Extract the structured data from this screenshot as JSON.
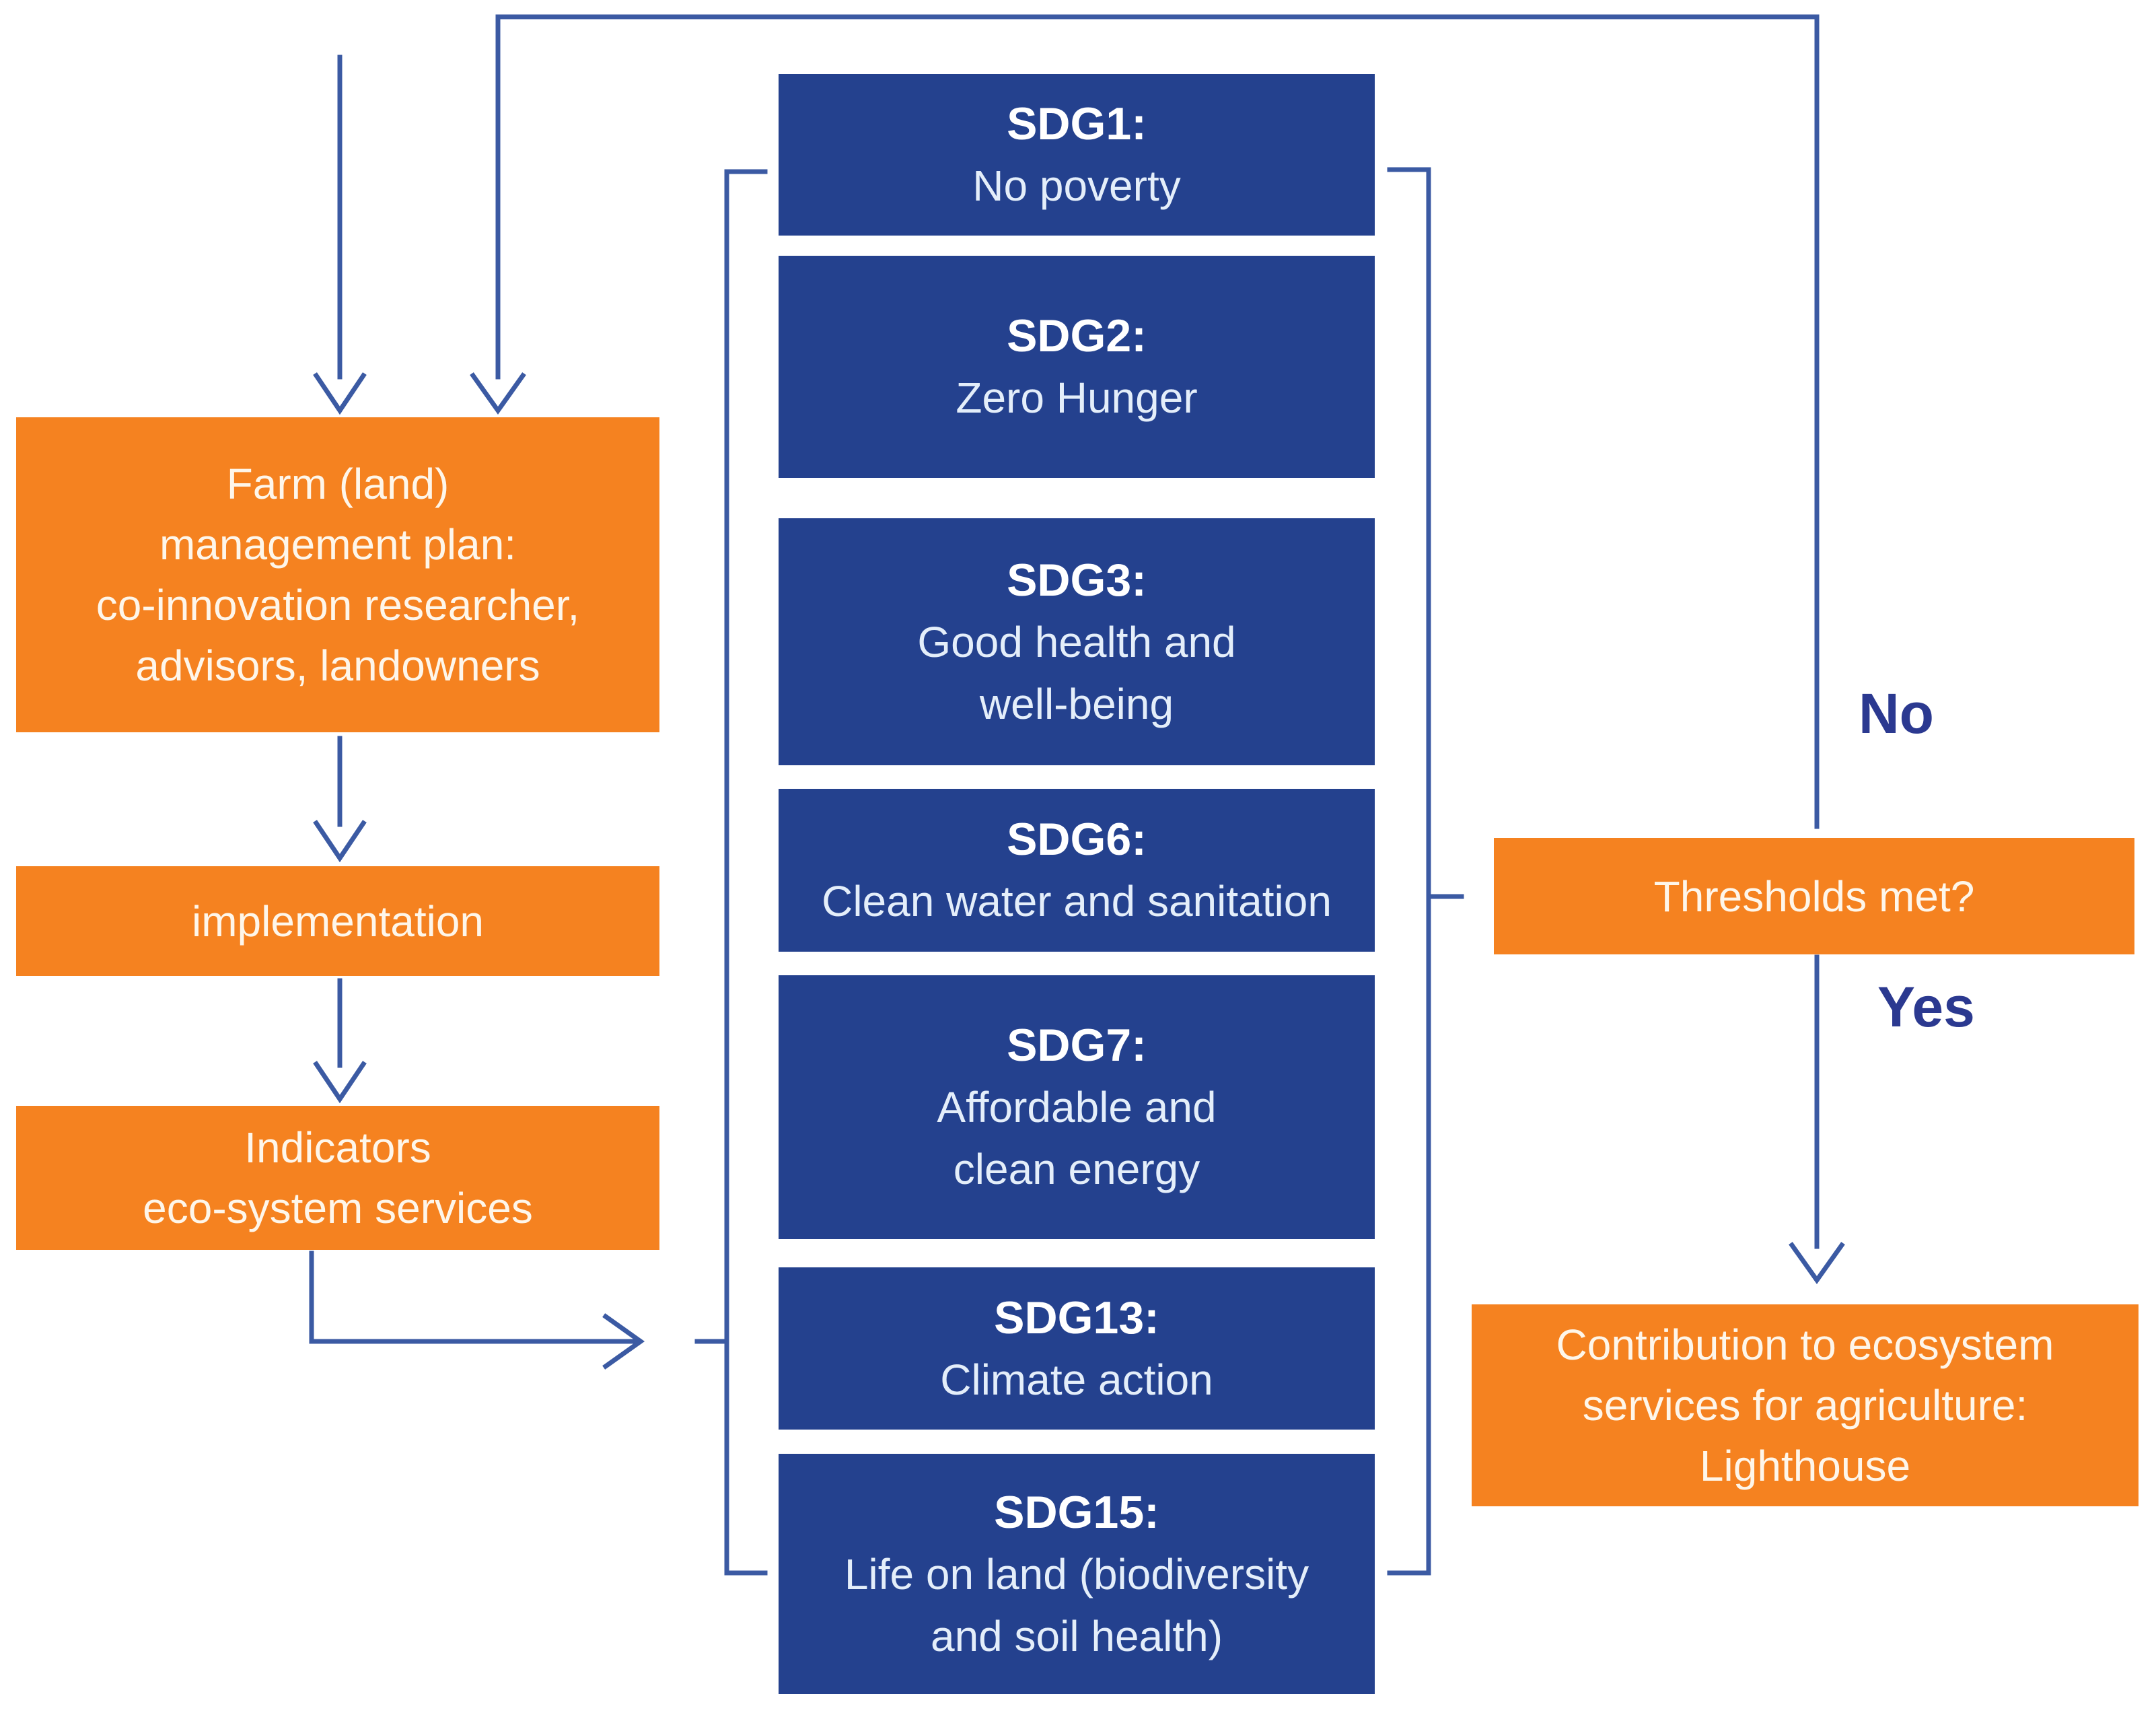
{
  "colors": {
    "orange": "#F58220",
    "navy": "#24418E",
    "line_blue": "#3B5AA3",
    "label_blue": "#2B3990"
  },
  "flowchart": {
    "left_column": [
      {
        "lines": [
          "Farm (land)",
          "management plan:",
          "co-innovation researcher,",
          "advisors, landowners"
        ]
      },
      {
        "lines": [
          "implementation"
        ]
      },
      {
        "lines": [
          "Indicators",
          "eco-system services"
        ]
      }
    ],
    "sdg_column": [
      {
        "heading": "SDG1:",
        "desc_lines": [
          "No poverty"
        ]
      },
      {
        "heading": "SDG2:",
        "desc_lines": [
          "Zero Hunger"
        ]
      },
      {
        "heading": "SDG3:",
        "desc_lines": [
          "Good health and",
          "well-being"
        ]
      },
      {
        "heading": "SDG6:",
        "desc_lines": [
          "Clean water and sanitation"
        ]
      },
      {
        "heading": "SDG7:",
        "desc_lines": [
          "Affordable and",
          "clean energy"
        ]
      },
      {
        "heading": "SDG13:",
        "desc_lines": [
          "Climate action"
        ]
      },
      {
        "heading": "SDG15:",
        "desc_lines": [
          "Life on land (biodiversity",
          "and soil health)"
        ]
      }
    ],
    "decision": {
      "label": "Thresholds met?"
    },
    "outcome": {
      "lines": [
        "Contribution to ecosystem",
        "services for agriculture:",
        "Lighthouse"
      ]
    },
    "edge_labels": {
      "no": "No",
      "yes": "Yes"
    }
  }
}
